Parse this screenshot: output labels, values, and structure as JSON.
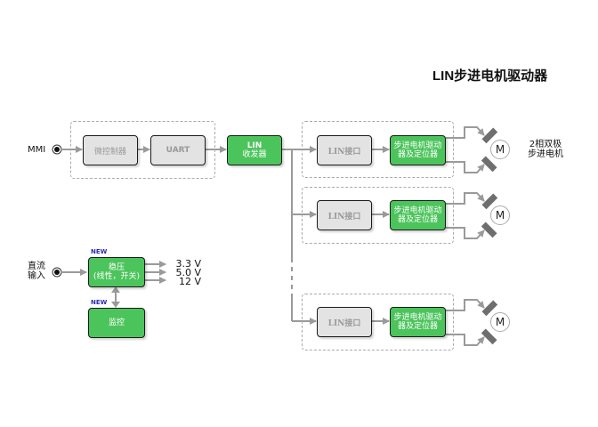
{
  "title": "LIN步进电机驱动器",
  "inputs": {
    "mmi": "MMI",
    "dc_input_line1": "直流",
    "dc_input_line2": "输入"
  },
  "blocks": {
    "mcu": "微控制器",
    "uart": "UART",
    "lin_transceiver_line1": "LIN",
    "lin_transceiver_line2": "收发器",
    "lin_interface": "LIN接口",
    "driver_line1": "步进电机驱动",
    "driver_line2": "器及定位器",
    "regulator_line1": "稳压",
    "regulator_line2": "(线性，开关)",
    "monitor": "监控"
  },
  "badges": {
    "regulator_new": "NEW",
    "monitor_new": "NEW"
  },
  "voltages": [
    "3.3 V",
    "5.0 V",
    "12 V"
  ],
  "motor": {
    "symbol": "M",
    "label_line1": "2相双极",
    "label_line2": "步进电机"
  },
  "channels": [
    {
      "lin_interface": "LIN接口",
      "driver_line1": "步进电机驱动",
      "driver_line2": "器及定位器",
      "motor": "M"
    },
    {
      "lin_interface": "LIN接口",
      "driver_line1": "步进电机驱动",
      "driver_line2": "器及定位器",
      "motor": "M"
    },
    {
      "lin_interface": "LIN接口",
      "driver_line1": "步进电机驱动",
      "driver_line2": "器及定位器",
      "motor": "M"
    }
  ],
  "colors": {
    "green": "#4cc45c",
    "gray_block": "#e3e3e3",
    "connector": "#999999",
    "new_badge": "#2b2bb0"
  }
}
